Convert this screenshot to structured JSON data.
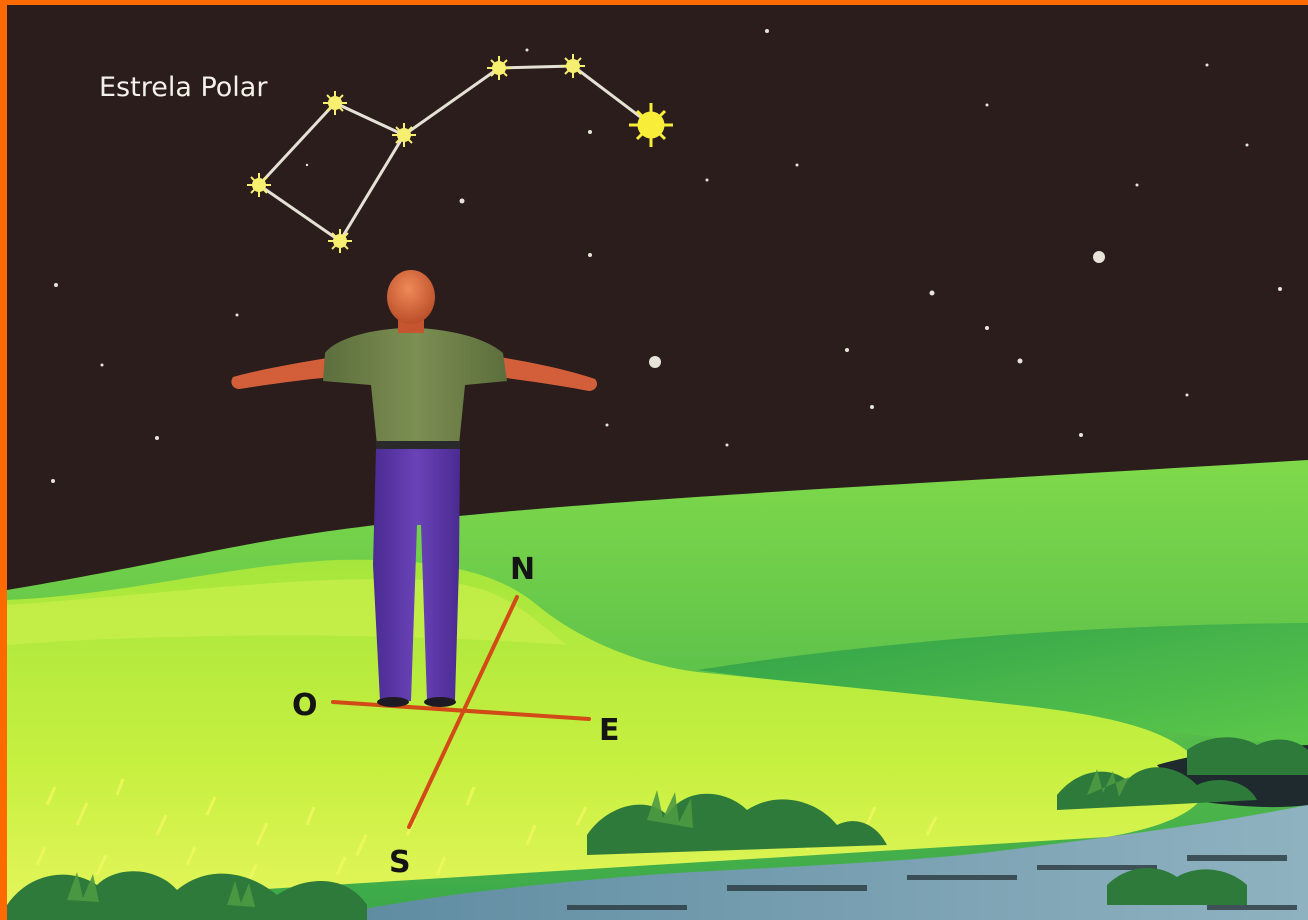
{
  "title_label": "Estrela Polar",
  "compass": {
    "north": "N",
    "south": "S",
    "east": "E",
    "west": "O"
  },
  "colors": {
    "border": "#ff6a00",
    "sky": "#2a1d1c",
    "grass_light": "#b9ec3c",
    "grass_dark": "#3bb54a",
    "compass_line": "#d24a18",
    "shirt": "#6d7f4a",
    "pants": "#5a35a8",
    "skin": "#d96a40",
    "water": "#7aa6b6"
  }
}
